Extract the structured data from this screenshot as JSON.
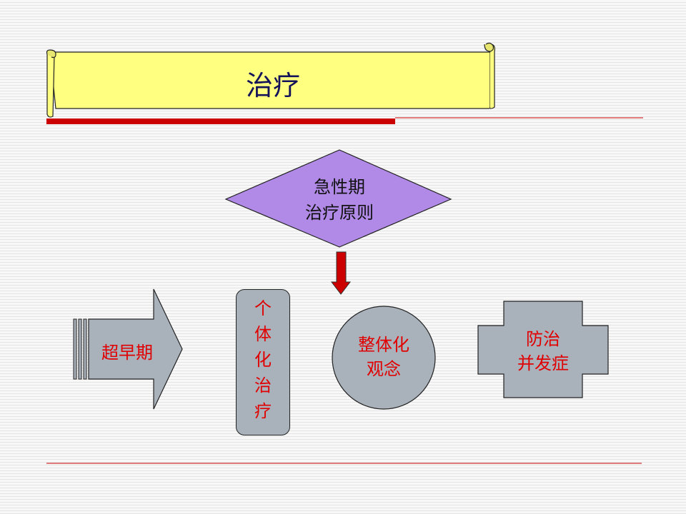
{
  "title": "治疗",
  "center": {
    "line1": "急性期",
    "line2": "治疗原则"
  },
  "items": {
    "arrow": "超早期",
    "pill": [
      "个",
      "体",
      "化",
      "治",
      "疗"
    ],
    "circle": {
      "line1": "整体化",
      "line2": "观念"
    },
    "cross": {
      "line1": "防治",
      "line2": "并发症"
    }
  },
  "colors": {
    "banner_fill": "#ffff80",
    "diamond_fill": "#b08ae6",
    "shape_fill": "#a9b1bb",
    "accent_red": "#cc0000",
    "label_red": "#e00000",
    "title_text": "#14135a"
  }
}
